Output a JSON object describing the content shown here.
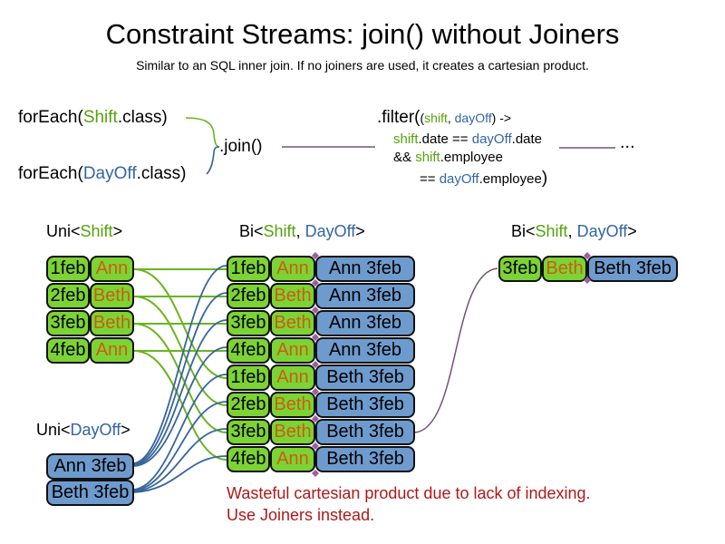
{
  "title": "Constraint Streams: join() without Joiners",
  "subtitle": "Similar to an SQL inner join. If no joiners are used, it creates a cartesian product.",
  "code": {
    "foreach_shift_pre": "forEach(",
    "foreach_shift_type": "Shift",
    "foreach_shift_post": ".class)",
    "foreach_dayoff_pre": "forEach(",
    "foreach_dayoff_type": "DayOff",
    "foreach_dayoff_post": ".class)",
    "join": ".join()",
    "filter_head_fn": ".filter(",
    "filter_head_open": "(",
    "filter_head_p1": "shift",
    "filter_head_sep": ", ",
    "filter_head_p2": "dayOff",
    "filter_head_close": ") ->",
    "filter_l2_t1": "shift",
    "filter_l2_t2": ".date == ",
    "filter_l2_t3": "dayOff",
    "filter_l2_t4": ".date",
    "filter_l3_t1": "&& ",
    "filter_l3_t2": "shift",
    "filter_l3_t3": ".employee",
    "filter_l4_t1": "== ",
    "filter_l4_t2": "dayOff",
    "filter_l4_t3": ".employee",
    "filter_l4_close": ")",
    "ellipsis": "..."
  },
  "labels": {
    "uni_shift_pre": "Uni<",
    "uni_shift_type": "Shift",
    "uni_shift_post": ">",
    "bi_mid_pre": "Bi<",
    "bi_mid_t1": "Shift",
    "bi_mid_sep": ", ",
    "bi_mid_t2": "DayOff",
    "bi_mid_post": ">",
    "bi_right_pre": "Bi<",
    "bi_right_t1": "Shift",
    "bi_right_sep": ", ",
    "bi_right_t2": "DayOff",
    "bi_right_post": ">",
    "uni_dayoff_pre": "Uni<",
    "uni_dayoff_type": "DayOff",
    "uni_dayoff_post": ">"
  },
  "uni_shift_rows": [
    {
      "date": "1feb",
      "name": "Ann"
    },
    {
      "date": "2feb",
      "name": "Beth"
    },
    {
      "date": "3feb",
      "name": "Beth"
    },
    {
      "date": "4feb",
      "name": "Ann"
    }
  ],
  "uni_dayoff_rows": [
    "Ann 3feb",
    "Beth 3feb"
  ],
  "bi_rows": [
    {
      "date": "1feb",
      "name": "Ann",
      "dayoff": "Ann 3feb"
    },
    {
      "date": "2feb",
      "name": "Beth",
      "dayoff": "Ann 3feb"
    },
    {
      "date": "3feb",
      "name": "Beth",
      "dayoff": "Ann 3feb"
    },
    {
      "date": "4feb",
      "name": "Ann",
      "dayoff": "Ann 3feb"
    },
    {
      "date": "1feb",
      "name": "Ann",
      "dayoff": "Beth 3feb"
    },
    {
      "date": "2feb",
      "name": "Beth",
      "dayoff": "Beth 3feb"
    },
    {
      "date": "3feb",
      "name": "Beth",
      "dayoff": "Beth 3feb"
    },
    {
      "date": "4feb",
      "name": "Ann",
      "dayoff": "Beth 3feb"
    }
  ],
  "bi_right_row": {
    "date": "3feb",
    "name": "Beth",
    "dayoff": "Beth 3feb"
  },
  "caption_line1": "Wasteful cartesian product due to lack of indexing.",
  "caption_line2": "Use Joiners instead.",
  "colors": {
    "green_box": "#7cd334",
    "blue_box": "#6e9bce",
    "green_text": "#53a30b",
    "blue_text": "#3465a4",
    "orange_text": "#cd5c12",
    "red_text": "#b01818",
    "green_line": "#6ab41e",
    "blue_line": "#36659c",
    "purple_line": "#75507b"
  }
}
